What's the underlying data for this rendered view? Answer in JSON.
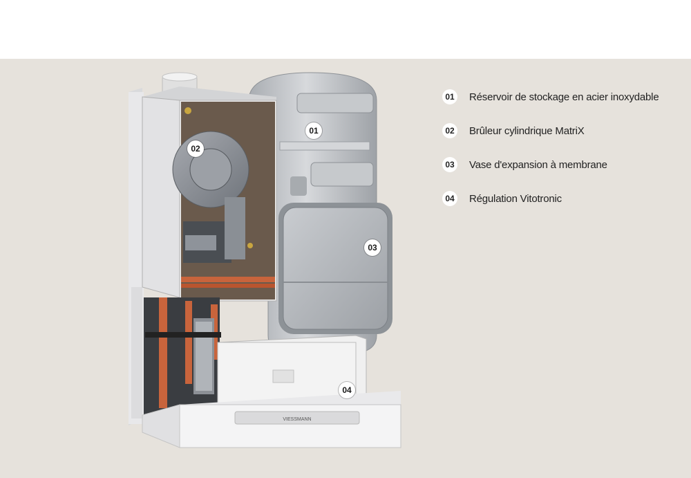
{
  "colors": {
    "panel_background": "#e6e2dc",
    "casing": "#eeeeee",
    "tank": "#b9bcc0",
    "copper": "#c8643c"
  },
  "callouts": [
    {
      "number": "01",
      "label": "Réservoir de stockage en acier inoxydable"
    },
    {
      "number": "02",
      "label": "Brûleur cylindrique MatriX"
    },
    {
      "number": "03",
      "label": "Vase d'expansion à membrane"
    },
    {
      "number": "04",
      "label": "Régulation Vitotronic"
    }
  ],
  "brand_badge": "VIESSMANN"
}
